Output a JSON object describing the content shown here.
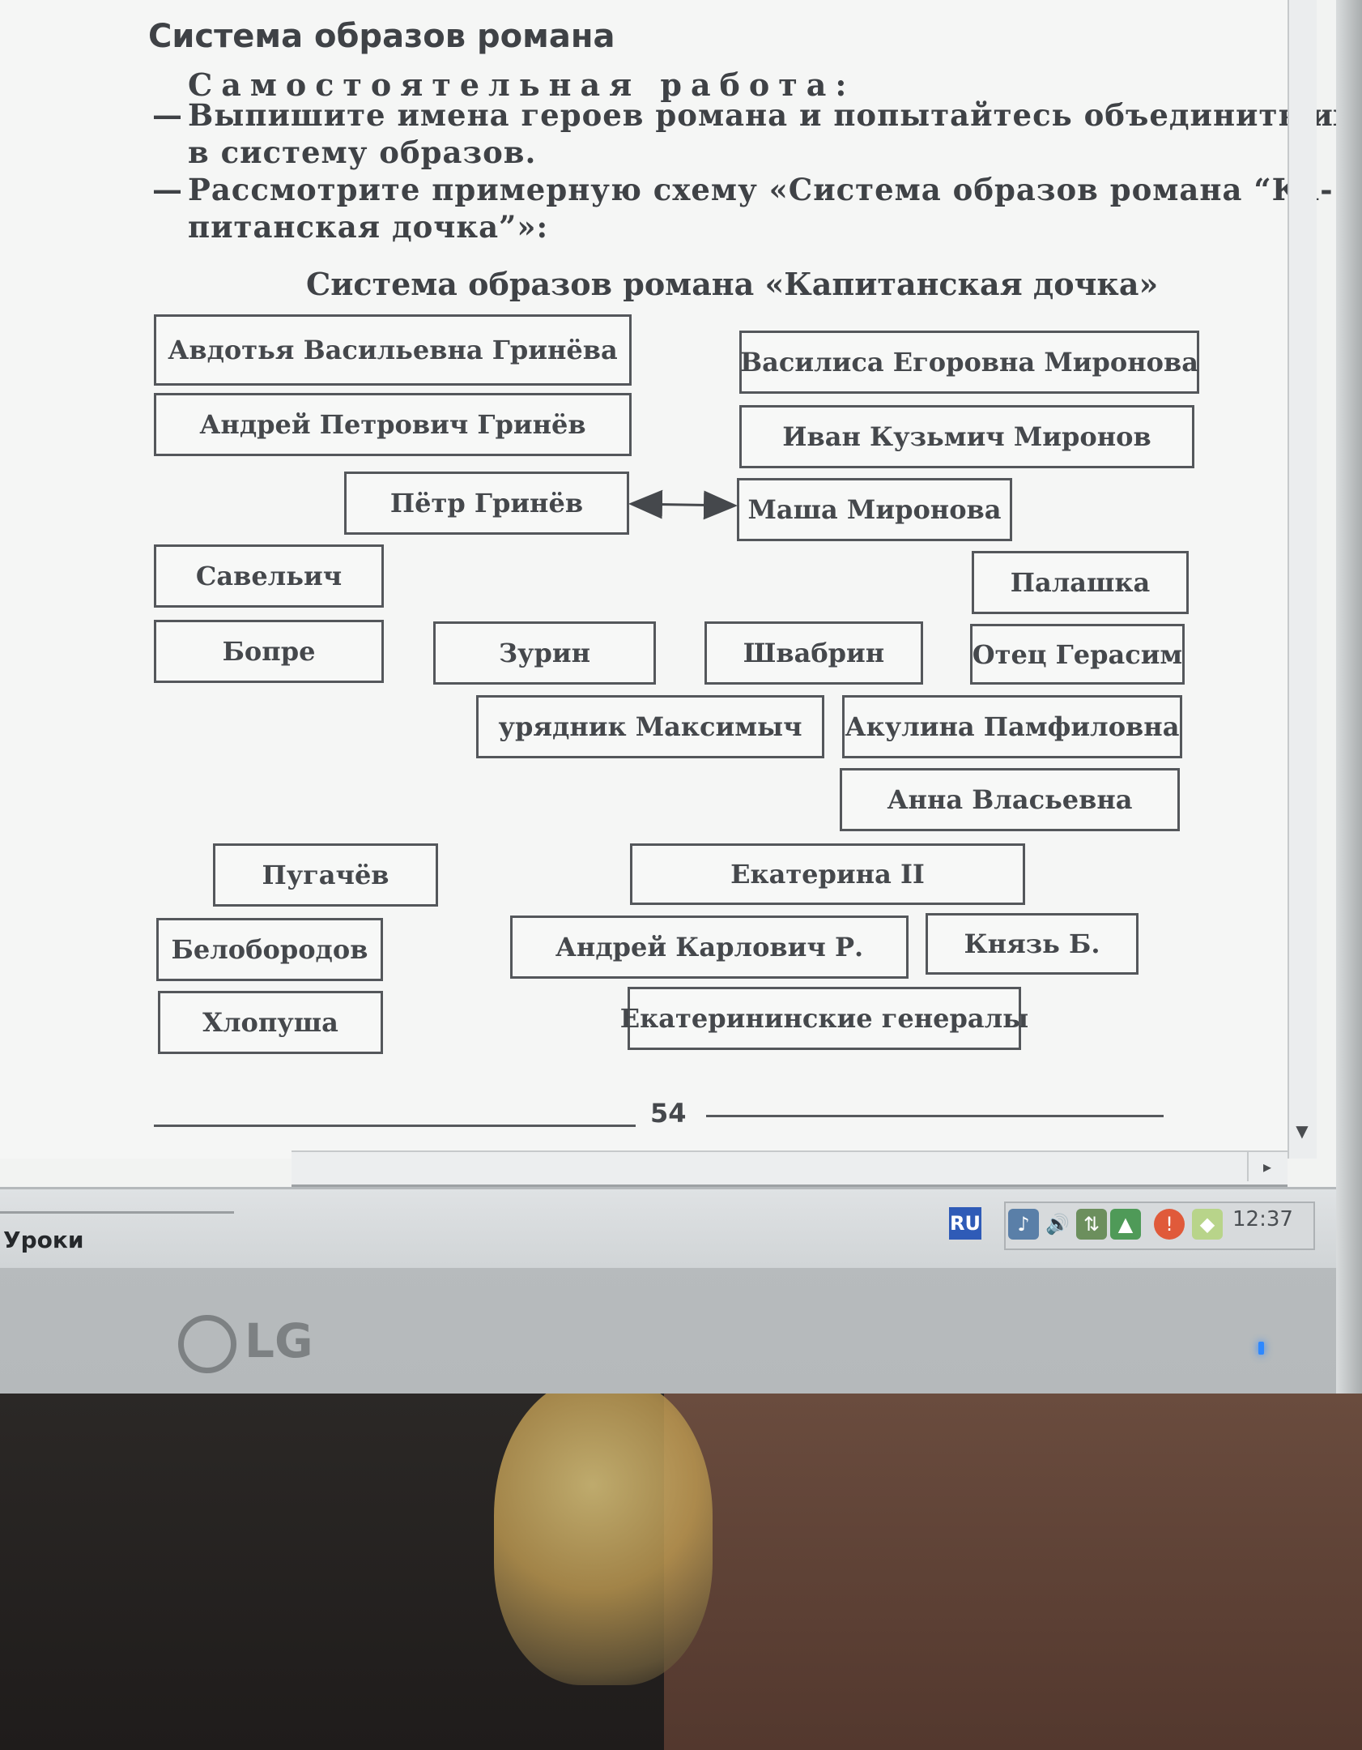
{
  "document": {
    "section_title": "Система образов романа",
    "task_heading": "Самостоятельная работа:",
    "task_items": [
      {
        "line1": "Выпишите имена героев романа и попытайтесь объединить их",
        "line2": "в систему образов."
      },
      {
        "line1": "Рассмотрите примерную схему «Система образов романа “Ка-",
        "line2": "питанская дочка”»:"
      }
    ],
    "diagram_title": "Система образов романа «Капитанская дочка»",
    "page_number": "54"
  },
  "characters": {
    "avdotya": "Авдотья Васильевна Гринёва",
    "andrey_petrovich": "Андрей Петрович Гринёв",
    "petr": "Пётр Гринёв",
    "savelich": "Савельич",
    "bopre": "Бопре",
    "vasilisa": "Василиса Егоровна Миронова",
    "ivan": "Иван Кузьмич Миронов",
    "masha": "Маша Миронова",
    "palashka": "Палашка",
    "zurin": "Зурин",
    "shvabrin": "Швабрин",
    "otets_gerasim": "Отец Герасим",
    "uryadnik": "урядник Максимыч",
    "akulina": "Акулина Памфиловна",
    "anna": "Анна Власьевна",
    "pugachev": "Пугачёв",
    "beloborodov": "Белобородов",
    "khlopusha": "Хлопуша",
    "ekaterina": "Екатерина II",
    "andrey_karlovich": "Андрей Карлович Р.",
    "knyaz": "Князь Б.",
    "generals": "Екатерининские генералы"
  },
  "taskbar": {
    "task_button": "Уроки литерату...",
    "language": "RU",
    "clock": "12:37"
  },
  "colors": {
    "screen_bg": "#f5f6f5",
    "text": "#45484c",
    "box_border": "#54575b",
    "monitor": "#c9cdcf"
  }
}
